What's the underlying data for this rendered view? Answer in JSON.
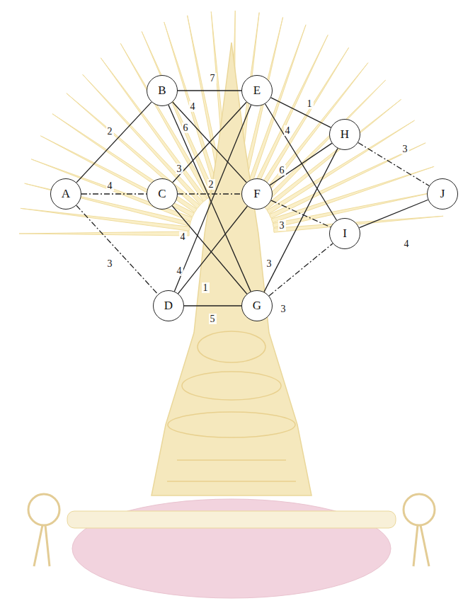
{
  "diagram": {
    "nodes": [
      {
        "text": [
          "A"
        ]
      },
      {
        "text": [
          "B"
        ]
      },
      {
        "text": [
          "C"
        ]
      },
      {
        "text": [
          "D"
        ]
      },
      {
        "text": [
          "E"
        ]
      },
      {
        "text": [
          "F"
        ]
      },
      {
        "text": [
          "G"
        ]
      },
      {
        "text": [
          "H"
        ]
      },
      {
        "text": [
          "I"
        ]
      },
      {
        "text": [
          "J"
        ]
      }
    ],
    "edges": [
      {
        "from": 0,
        "to": 1,
        "arrow": "none",
        "label": "2"
      },
      {
        "from": 0,
        "to": 2,
        "arrow": "none",
        "label": "4"
      },
      {
        "from": 0,
        "to": 3,
        "arrow": "none",
        "label": "3"
      },
      {
        "from": 1,
        "to": 4,
        "arrow": "none",
        "label": "7"
      },
      {
        "from": 1,
        "to": 5,
        "arrow": "none",
        "label": "4"
      },
      {
        "from": 1,
        "to": 6,
        "arrow": "none",
        "label": "6"
      },
      {
        "from": 2,
        "to": 4,
        "arrow": "none",
        "label": "3"
      },
      {
        "from": 2,
        "to": 5,
        "arrow": "none",
        "label": "2"
      },
      {
        "from": 2,
        "to": 6,
        "arrow": "none",
        "label": "4"
      },
      {
        "from": 3,
        "to": 4,
        "arrow": "none",
        "label": "4"
      },
      {
        "from": 3,
        "to": 5,
        "arrow": "none",
        "label": "1"
      },
      {
        "from": 3,
        "to": 6,
        "arrow": "none",
        "label": "5"
      },
      {
        "from": 4,
        "to": 7,
        "arrow": "none",
        "label": "1"
      },
      {
        "from": 4,
        "to": 8,
        "arrow": "none",
        "label": "4"
      },
      {
        "from": 5,
        "to": 7,
        "arrow": "none",
        "label": "6"
      },
      {
        "from": 5,
        "to": 8,
        "arrow": "none",
        "label": "3"
      },
      {
        "from": 6,
        "to": 7,
        "arrow": "none",
        "label": "3"
      },
      {
        "from": 6,
        "to": 8,
        "arrow": "none",
        "label": "3"
      },
      {
        "from": 7,
        "to": 9,
        "arrow": "none",
        "label": "3"
      },
      {
        "from": 8,
        "to": 9,
        "arrow": "none",
        "label": "4"
      }
    ]
  }
}
